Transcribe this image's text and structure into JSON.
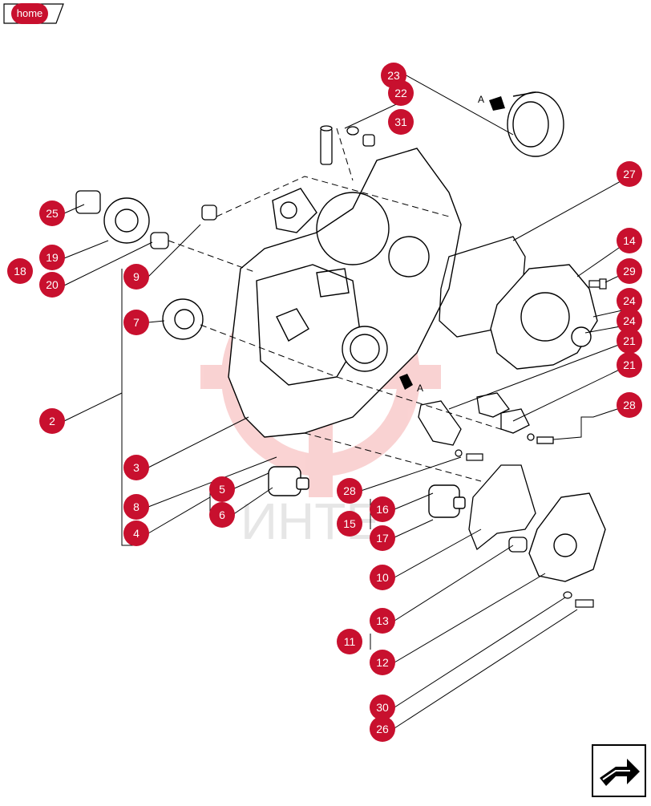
{
  "header": {
    "home_label": "home"
  },
  "watermark": {
    "text": "ИНТЕ"
  },
  "view_markers": {
    "a_top": "A",
    "a_middle": "A"
  },
  "callouts": [
    "23",
    "22",
    "31",
    "27",
    "25",
    "19",
    "18",
    "20",
    "9",
    "14",
    "29",
    "24",
    "24",
    "21",
    "21",
    "7",
    "2",
    "28",
    "3",
    "5",
    "6",
    "8",
    "4",
    "28",
    "16",
    "15",
    "17",
    "10",
    "13",
    "11",
    "12",
    "30",
    "26"
  ],
  "colors": {
    "callout_fill": "#c8102e",
    "line": "#000000",
    "watermark": "#f3b3b3"
  },
  "icons": {
    "next_page": "next-page-arrow-icon"
  }
}
